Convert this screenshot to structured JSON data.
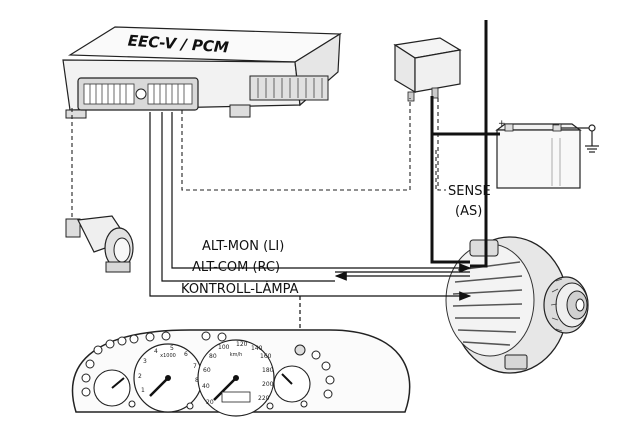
{
  "ecu": {
    "label": "EEC-V / PCM"
  },
  "signals": {
    "alt_mon": "ALT-MON (LI)",
    "alt_com": "ALT-COM (RC)",
    "kontroll": "KONTROLL-LÁMPA"
  },
  "sense": {
    "line1": "SENSE",
    "line2": "(AS)"
  },
  "battery": {
    "plus": "+",
    "minus": "−"
  },
  "cluster": {
    "left_gauge_ticks": [
      "1",
      "2",
      "3",
      "4",
      "5",
      "6",
      "7",
      "8"
    ],
    "left_gauge_unit": "x1000",
    "speedo_ticks": [
      "20",
      "40",
      "60",
      "80",
      "100",
      "120",
      "140",
      "160",
      "180",
      "200",
      "220"
    ],
    "speedo_unit": "km/h"
  }
}
